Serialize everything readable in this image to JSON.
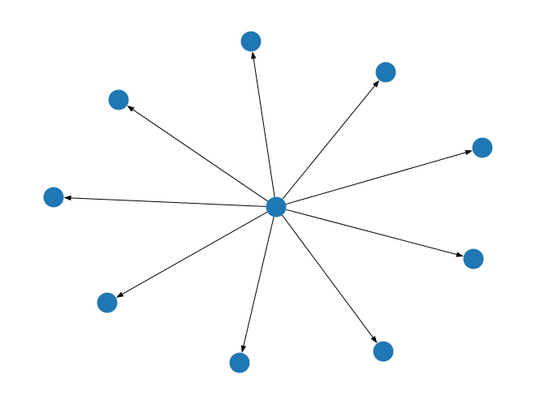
{
  "graph": {
    "directed": true,
    "layout": "spring",
    "node_color": "#1f77b4",
    "edge_color": "#000000",
    "nodes": [
      "0",
      "1",
      "2",
      "3",
      "4",
      "5",
      "6",
      "7",
      "8",
      "9"
    ],
    "edges": [
      [
        "0",
        "1"
      ],
      [
        "0",
        "2"
      ],
      [
        "0",
        "3"
      ],
      [
        "0",
        "4"
      ],
      [
        "0",
        "5"
      ],
      [
        "0",
        "6"
      ],
      [
        "0",
        "7"
      ],
      [
        "0",
        "8"
      ],
      [
        "0",
        "9"
      ]
    ]
  }
}
